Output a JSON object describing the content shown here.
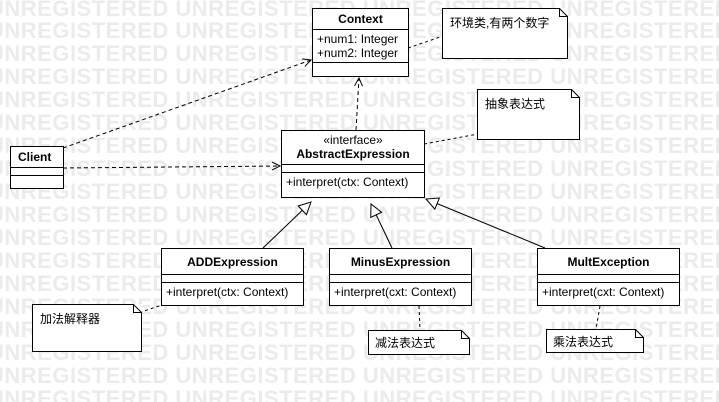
{
  "watermark": "UNREGISTERED",
  "classes": {
    "context": {
      "name": "Context",
      "attributes": [
        "+num1: Integer",
        "+num2: Integer"
      ]
    },
    "abstract": {
      "stereotype": "«interface»",
      "name": "AbstractExpression",
      "operations": [
        "+interpret(ctx: Context)"
      ]
    },
    "client": {
      "name": "Client"
    },
    "add": {
      "name": "ADDExpression",
      "operations": [
        "+interpret(ctx: Context)"
      ]
    },
    "minus": {
      "name": "MinusExpression",
      "operations": [
        "+interpret(cxt: Context)"
      ]
    },
    "mult": {
      "name": "MultException",
      "operations": [
        "+interpret(cxt: Context)"
      ]
    }
  },
  "notes": {
    "context_note": "环境类,有两个数字",
    "abstract_note": "抽象表达式",
    "add_note": "加法解释器",
    "minus_note": "减法表达式",
    "mult_note": "乘法表达式"
  }
}
